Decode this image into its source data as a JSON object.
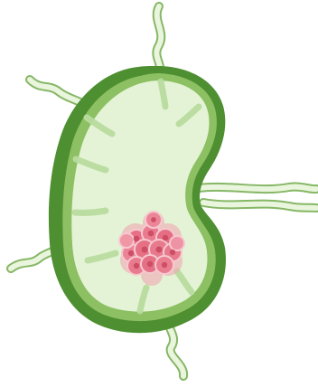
{
  "diagram": {
    "subject": "lymph-node-with-tumor-cluster",
    "text_labels": [],
    "colors": {
      "background": "#ffffff",
      "capsule_dark": "#4e8f31",
      "capsule_light": "#8cc063",
      "interior": "#e4f3d6",
      "trabeculae": "#b9dca0",
      "vessel_fill": "#e9f5dc",
      "vessel_outline": "#86b766",
      "tumor_outer": "#f0a8b3",
      "tumor_inner": "#e86f85",
      "tumor_nucleus": "#c8475f"
    },
    "afferent_vessel_count": 4,
    "efferent_vessel_count": 2,
    "tumor_cell_count": 13
  }
}
